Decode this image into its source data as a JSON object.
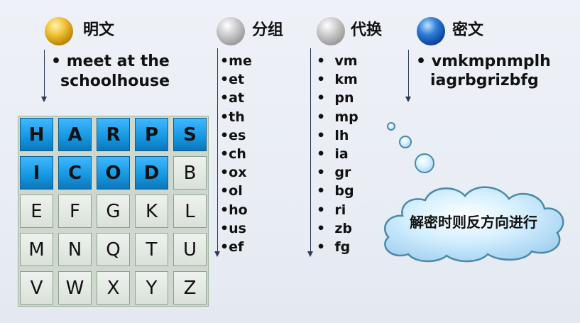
{
  "headers": {
    "plaintext": "明文",
    "group": "分组",
    "substitute": "代换",
    "ciphertext": "密文"
  },
  "plaintext": {
    "bullet": "•",
    "line1": "meet at the",
    "line2": "schoolhouse"
  },
  "grid": [
    [
      "H",
      "A",
      "R",
      "P",
      "S"
    ],
    [
      "I",
      "C",
      "O",
      "D",
      "B"
    ],
    [
      "E",
      "F",
      "G",
      "K",
      "L"
    ],
    [
      "M",
      "N",
      "Q",
      "T",
      "U"
    ],
    [
      "V",
      "W",
      "X",
      "Y",
      "Z"
    ]
  ],
  "highlighted_cells": 9,
  "groups": [
    "•me",
    "•et",
    "•at",
    "•th",
    "•es",
    "•ch",
    "•ox",
    "•ol",
    "•ho",
    "•us",
    "•ef"
  ],
  "substitutions": [
    "vm",
    "km",
    "pn",
    "mp",
    "lh",
    "ia",
    "gr",
    "bg",
    "ri",
    "zb",
    "fg"
  ],
  "ciphertext": {
    "bullet": "•",
    "line1": "vmkmpnmplh",
    "line2": "iagrbgrizbfg"
  },
  "cloud_text": "解密时则反方向进行",
  "colors": {
    "highlight_blue": "#1496e0",
    "arrow": "#2b3a59",
    "cloud_border": "#4a89a9"
  }
}
